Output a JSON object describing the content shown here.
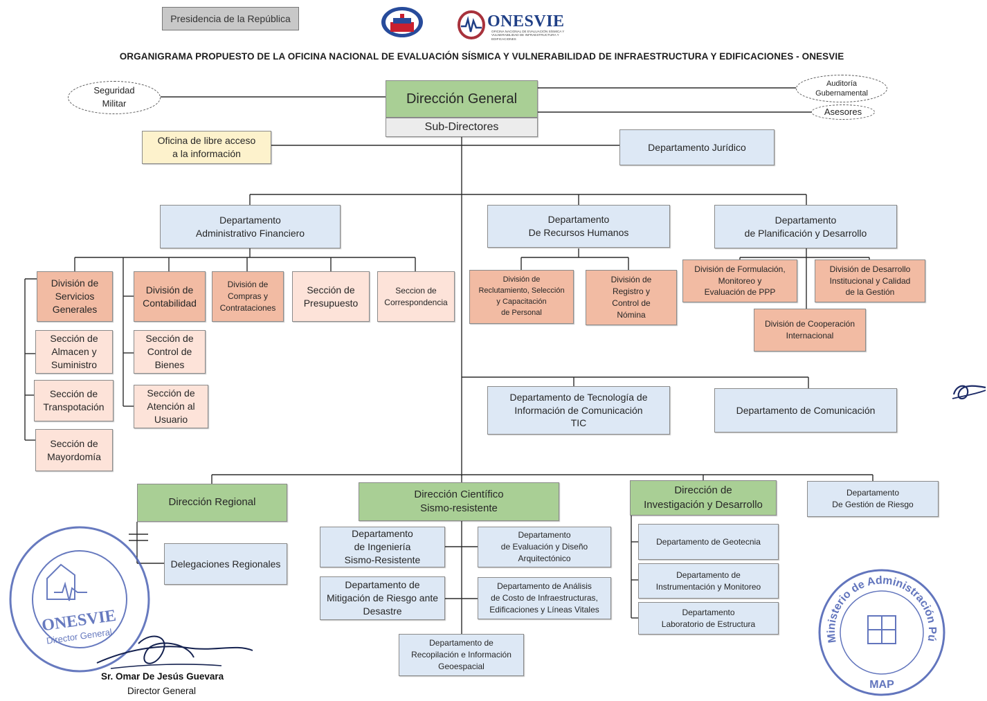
{
  "header": {
    "presidencia": "Presidencia de la República",
    "onesvie_logo_text": "ONESVIE",
    "onesvie_logo_subtext": "OFICINA NACIONAL DE EVALUACIÓN SÍSMICA Y VULNERABILIDAD DE INFRAESTRUCTURA Y EDIFICACIONES",
    "title": "ORGANIGRAMA PROPUESTO DE LA OFICINA NACIONAL DE EVALUACIÓN SÍSMICA Y VULNERABILIDAD DE INFRAESTRUCTURA Y EDIFICACIONES - ONESVIE"
  },
  "top": {
    "direccion_general": "Dirección General",
    "sub_directores": "Sub-Directores",
    "seguridad_militar": "Seguridad\nMilitar",
    "auditoria": "Auditoría\nGubernamental",
    "asesores": "Asesores",
    "oficina_libre_acceso": "Oficina de libre acceso\na la información",
    "juridico": "Departamento Jurídico"
  },
  "departments": {
    "admin_fin": "Departamento\nAdministrativo Financiero",
    "rrhh": "Departamento\nDe Recursos Humanos",
    "planificacion": "Departamento\nde Planificación y Desarrollo",
    "tic": "Departamento de Tecnología de\nInformación de Comunicación\nTIC",
    "comunicacion": "Departamento de Comunicación"
  },
  "admin_fin_units": {
    "servicios_generales": "División de\nServicios\nGenerales",
    "almacen": "Sección de\nAlmacen y\nSuministro",
    "transportacion": "Sección de\nTranspotación",
    "mayordomia": "Sección de\nMayordomía",
    "contabilidad": "División de\nContabilidad",
    "control_bienes": "Sección de\nControl de\nBienes",
    "atencion_usuario": "Sección de\nAtención al\nUsuario",
    "compras": "División de\nCompras y\nContrataciones",
    "presupuesto": "Sección de\nPresupuesto",
    "correspondencia": "Seccion de\nCorrespondencia"
  },
  "rrhh_units": {
    "reclutamiento": "División de\nReclutamiento, Selección\ny Capacitación\nde Personal",
    "registro_nomina": "División de\nRegistro y\nControl de\nNómina"
  },
  "planificacion_units": {
    "formulacion": "División de Formulación,\nMonitoreo y\nEvaluación de PPP",
    "desarrollo_institucional": "División de Desarrollo\nInstitucional y Calidad\nde la Gestión",
    "cooperacion": "División de Cooperación\nInternacional"
  },
  "bottom": {
    "direccion_regional": "Dirección Regional",
    "delegaciones": "Delegaciones Regionales",
    "direccion_cientifico": "Dirección Científico\nSismo-resistente",
    "ingenieria": "Departamento\nde Ingeniería\nSismo-Resistente",
    "evaluacion_diseno": "Departamento\nde Evaluación y Diseño\nArquitectónico",
    "mitigacion": "Departamento de\nMitigación de Riesgo ante\nDesastre",
    "analisis_costo": "Departamento de Análisis\nde Costo de Infraestructuras,\nEdificaciones y Líneas Vitales",
    "recopilacion": "Departamento de\nRecopilación e Información\nGeoespacial",
    "direccion_investigacion": "Dirección de\nInvestigación y Desarrollo",
    "geotecnia": "Departamento de Geotecnia",
    "instrumentacion": "Departamento de\nInstrumentación y Monitoreo",
    "laboratorio": "Departamento\nLaboratorio de Estructura",
    "gestion_riesgo": "Departamento\nDe Gestión de Riesgo"
  },
  "signature": {
    "name": "Sr. Omar De Jesús Guevara",
    "role": "Director General",
    "stamp_onesvie_name": "ONESVIE",
    "stamp_onesvie_role": "Director General",
    "stamp_map_ring": "Ministerio de Administración Pública",
    "stamp_map_abbr": "MAP"
  },
  "colors": {
    "green": "#a9cf95",
    "blue": "#dde8f5",
    "salmon": "#f2bba3",
    "peach": "#fde3d9",
    "yellow": "#fdf2cc",
    "gray": "#ececec",
    "stamp_blue": "#4d63b4"
  }
}
